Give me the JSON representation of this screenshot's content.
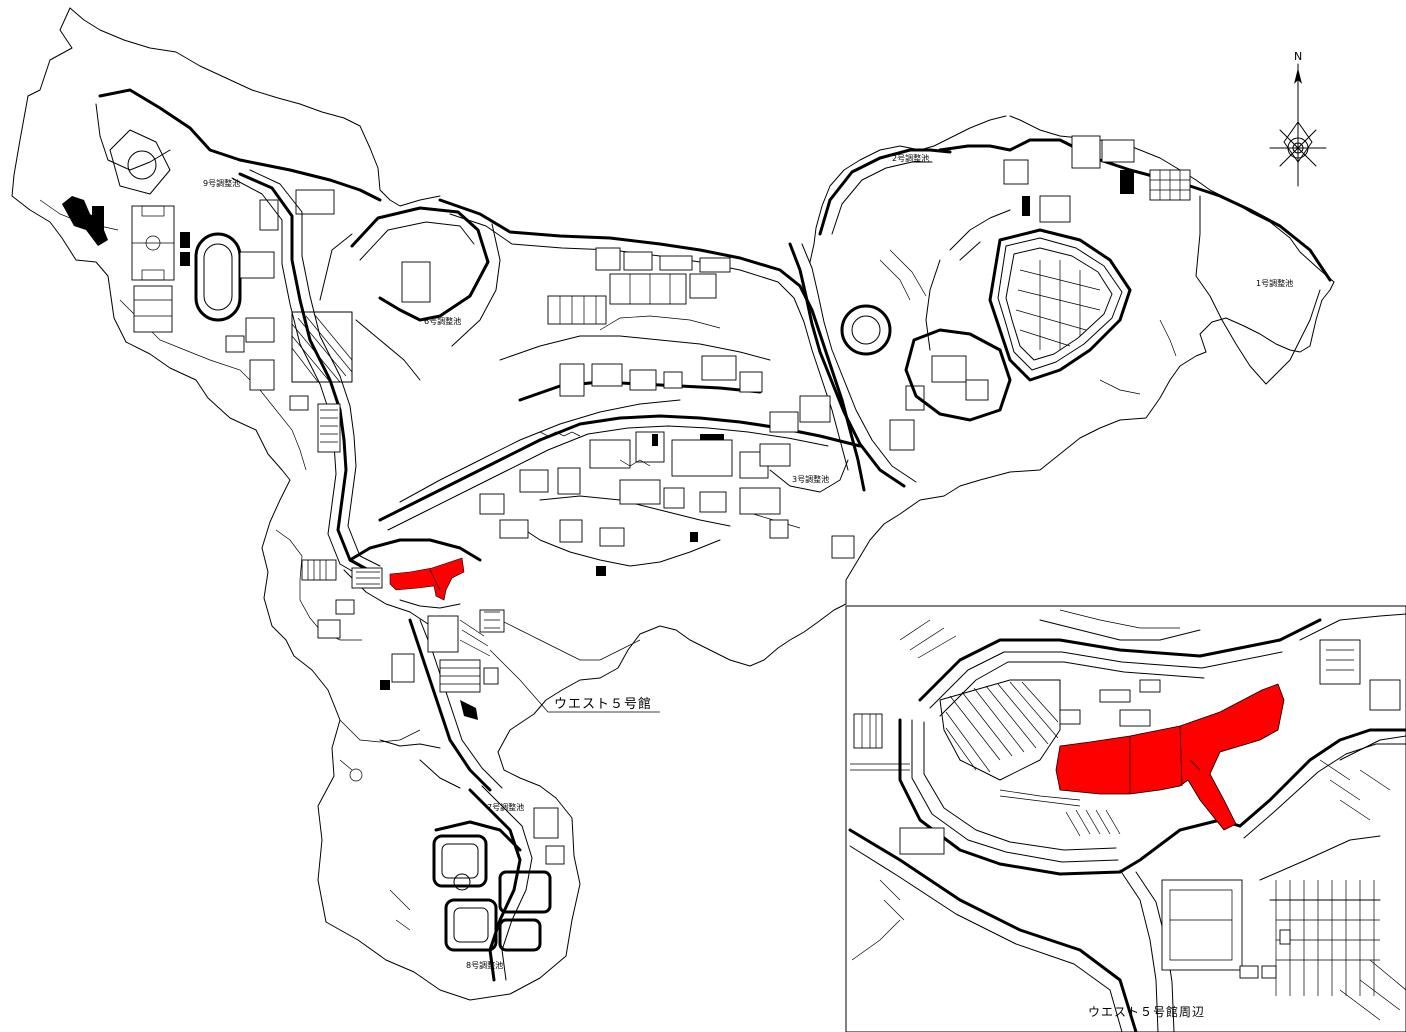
{
  "map": {
    "north_label": "N",
    "building_callout": "ウエスト５号館",
    "inset_caption": "ウエスト５号館周辺",
    "highlight_color": "#ff0000",
    "ponds": {
      "p1": "1号調整池",
      "p2": "2号調整池",
      "p3": "3号調整池",
      "p6": "6号調整池",
      "p7": "7号調整池",
      "p8": "8号調整池",
      "p9": "9号調整池"
    }
  }
}
